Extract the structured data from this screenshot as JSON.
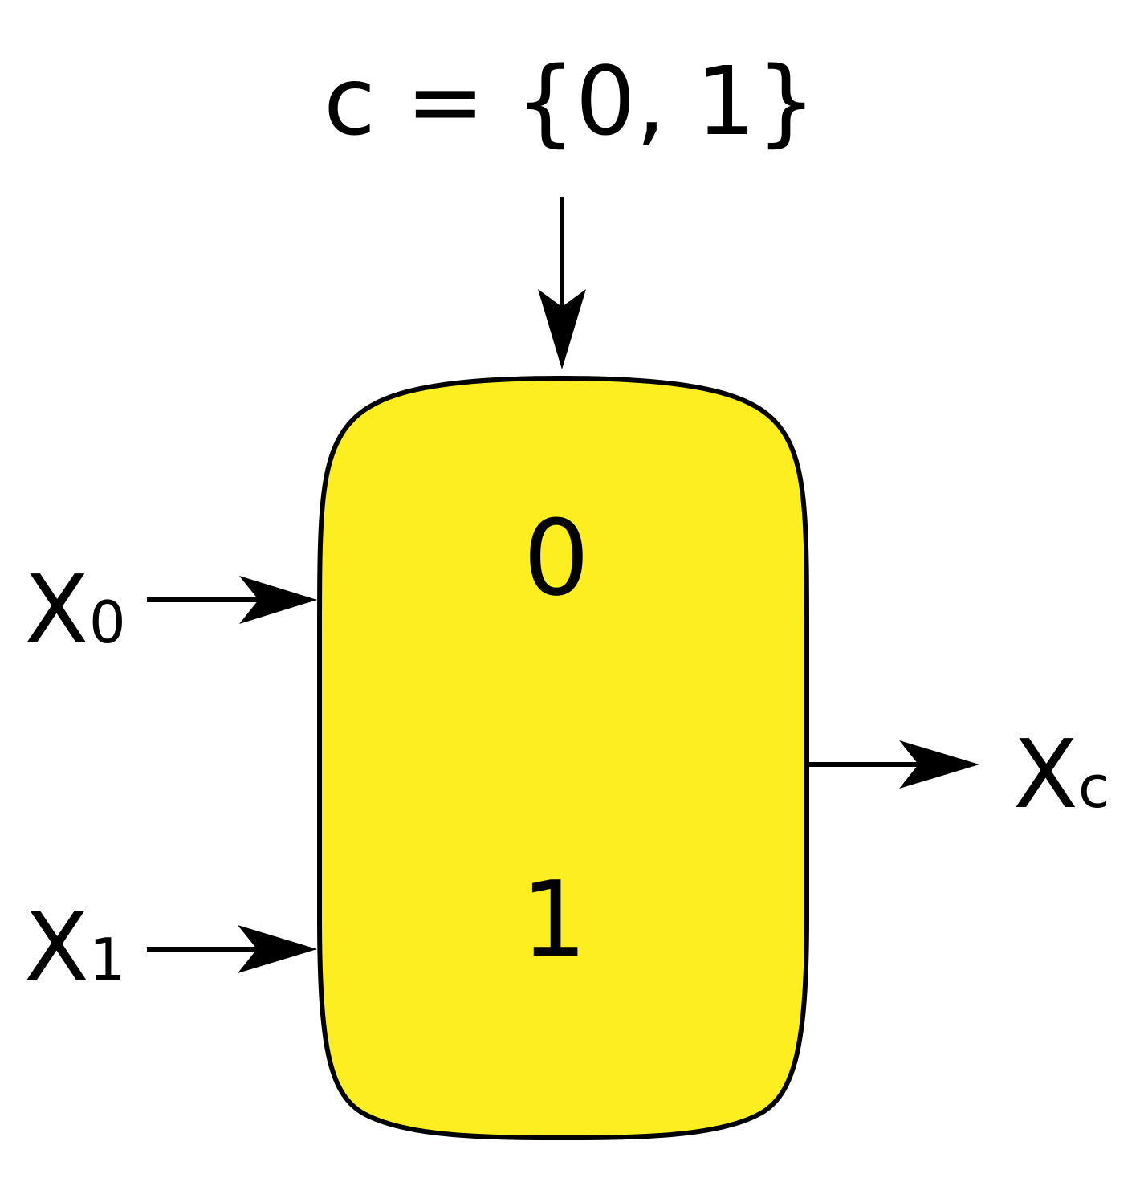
{
  "selector": {
    "label": "c = {0, 1}"
  },
  "mux": {
    "port_top": "0",
    "port_bottom": "1",
    "fill_color": "#FCEE21",
    "stroke_color": "#000000"
  },
  "inputs": [
    {
      "base": "X",
      "subscript": "0"
    },
    {
      "base": "X",
      "subscript": "1"
    }
  ],
  "output": {
    "base": "X",
    "subscript": "c"
  }
}
